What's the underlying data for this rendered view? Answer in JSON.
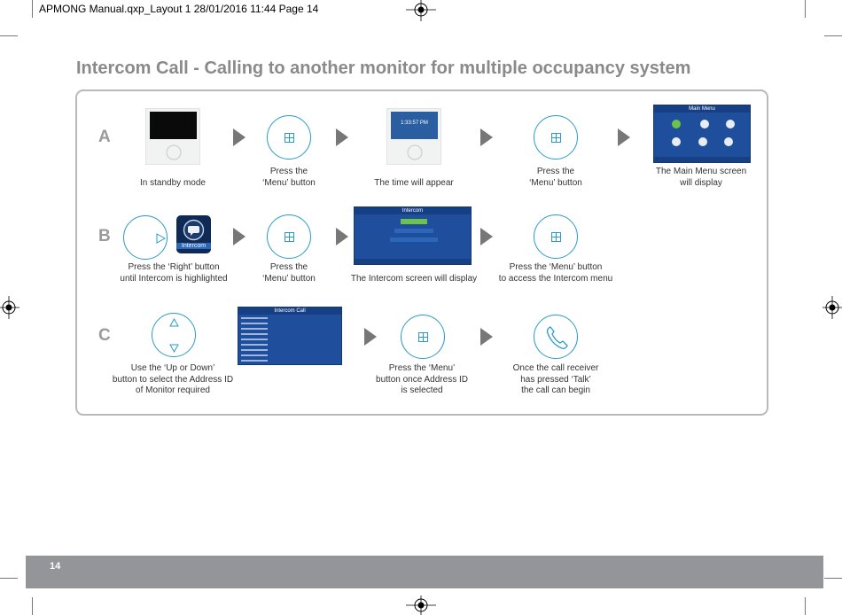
{
  "header": {
    "text": "APMONG Manual.qxp_Layout 1  28/01/2016  11:44  Page 14"
  },
  "title": "Intercom Call - Calling to another monitor for multiple occupancy system",
  "rows": {
    "a": {
      "letter": "A",
      "step1": "In standby mode",
      "step2": "Press the\n‘Menu’ button",
      "step3": "The time will appear",
      "step4": "Press the\n‘Menu’ button",
      "step5": "The Main Menu screen\nwill display",
      "time_display": "1:33:57 PM",
      "main_menu_title": "Main Menu"
    },
    "b": {
      "letter": "B",
      "step1": "Press the ‘Right’ button\nuntil Intercom is highlighted",
      "step2": "Press the\n‘Menu’ button",
      "step3": "The Intercom screen will display",
      "step4": "Press the ‘Menu’ button\nto access the Intercom menu",
      "icon_label": "Intercom",
      "intercom_title": "Intercom"
    },
    "c": {
      "letter": "C",
      "step1": "Use the ‘Up or Down’\nbutton to select the Address ID\nof Monitor required",
      "step3": "Press the ‘Menu’\nbutton once Address ID\nis selected",
      "step4": "Once the call receiver\nhas pressed ‘Talk’\nthe call can begin",
      "call_list_title": "Intercom Call"
    }
  },
  "footer": {
    "page_number": "14"
  },
  "colors": {
    "accent": "#2a9bc8",
    "screen_blue": "#1e4e9c",
    "footer_gray": "#939598",
    "title_gray": "#8a8a8a"
  }
}
